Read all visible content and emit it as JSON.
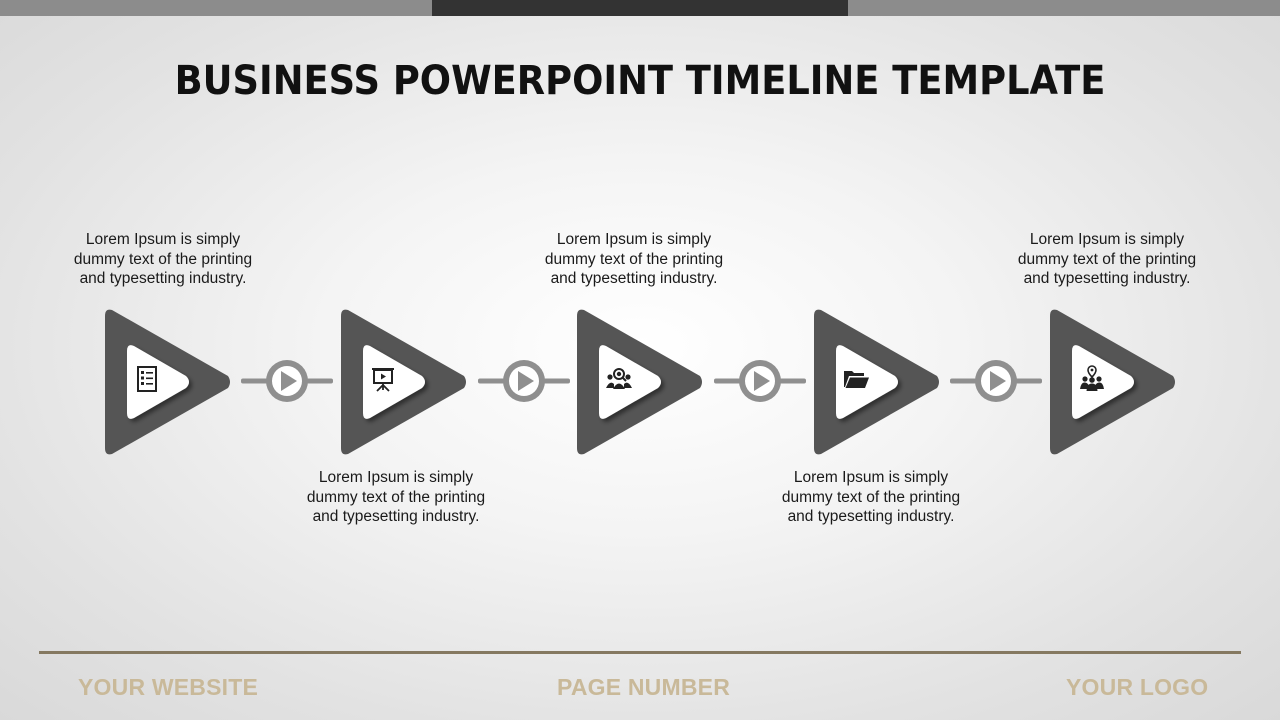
{
  "slide": {
    "title": "BUSINESS POWERPOINT TIMELINE TEMPLATE",
    "colors": {
      "triangle": "#555555",
      "connector": "#8f8f8f",
      "footer_line": "#857961",
      "footer_text": "#c9b999",
      "title": "#111111"
    },
    "steps": [
      {
        "icon": "checklist-icon",
        "description": "Lorem Ipsum is simply\ndummy text of the printing\nand typesetting industry.",
        "label_position": "top"
      },
      {
        "icon": "presentation-board-icon",
        "description": "Lorem Ipsum is simply\ndummy text of the printing\nand typesetting industry.",
        "label_position": "bottom"
      },
      {
        "icon": "team-search-icon",
        "description": "Lorem Ipsum is simply\ndummy text of the printing\nand typesetting industry.",
        "label_position": "top"
      },
      {
        "icon": "folder-open-icon",
        "description": "Lorem Ipsum is simply\ndummy text of the printing\nand typesetting industry.",
        "label_position": "bottom"
      },
      {
        "icon": "team-location-icon",
        "description": "Lorem Ipsum is simply\ndummy text of the printing\nand typesetting industry.",
        "label_position": "top"
      }
    ],
    "connectors": [
      {
        "icon": "play-icon"
      },
      {
        "icon": "play-icon"
      },
      {
        "icon": "play-icon"
      },
      {
        "icon": "play-icon"
      }
    ],
    "footer": {
      "website": "YOUR WEBSITE",
      "page_number": "PAGE NUMBER",
      "logo": "YOUR LOGO"
    }
  }
}
